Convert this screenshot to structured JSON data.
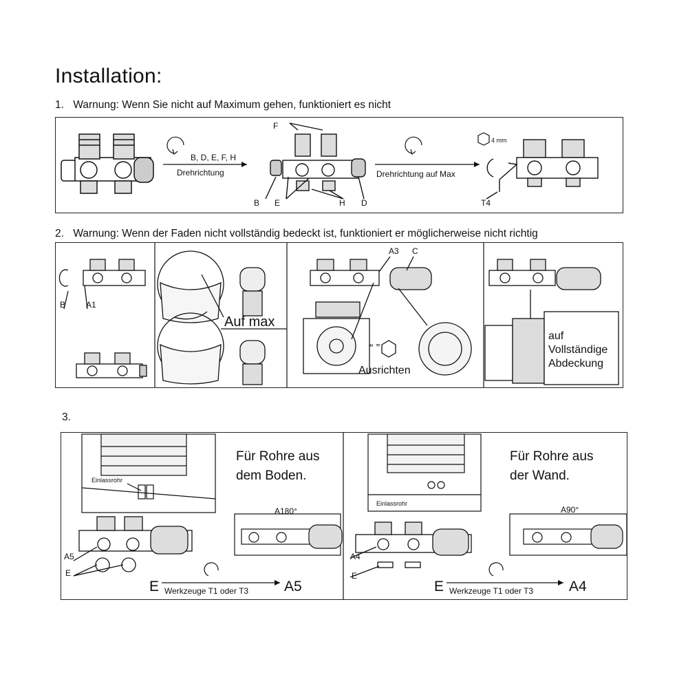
{
  "title": "Installation:",
  "steps": [
    {
      "number": "1.",
      "warning": "Warnung: Wenn Sie nicht auf Maximum gehen, funktioniert es nicht"
    },
    {
      "number": "2.",
      "warning": "Warnung: Wenn der Faden nicht vollständig bedeckt ist, funktioniert er möglicherweise nicht richtig"
    },
    {
      "number": "3.",
      "warning": ""
    }
  ],
  "step1": {
    "rotation_parts": "B, D, E, F, H",
    "direction_label": "Drehrichtung",
    "direction_max_label": "Drehrichtung auf Max",
    "hex_size": "4 mm",
    "labels": {
      "f": "F",
      "b": "B",
      "e": "E",
      "h": "H",
      "d": "D",
      "t4": "T4"
    }
  },
  "step2": {
    "labels": {
      "b": "B",
      "a1": "A1",
      "a3": "A3",
      "c": "C"
    },
    "auf_max": "Auf max",
    "hex_quote": "“  ”",
    "ausrichten": "Ausrichten",
    "coverage_lines": [
      "auf",
      "Vollständige",
      "Abdeckung"
    ]
  },
  "step3": {
    "floor": {
      "caption": "Einlassrohr",
      "heading_lines": [
        "Für Rohre aus",
        "dem Boden."
      ],
      "angle": "A180°",
      "labels": {
        "a5": "A5",
        "e": "E"
      },
      "from": "E",
      "tools": "Werkzeuge T1 oder T3",
      "to": "A5"
    },
    "wall": {
      "caption": "Einlassrohr",
      "heading_lines": [
        "Für Rohre aus",
        "der Wand."
      ],
      "angle": "A90°",
      "labels": {
        "a4": "A4",
        "e": "E"
      },
      "from": "E",
      "tools": "Werkzeuge T1 oder T3",
      "to": "A4"
    }
  }
}
